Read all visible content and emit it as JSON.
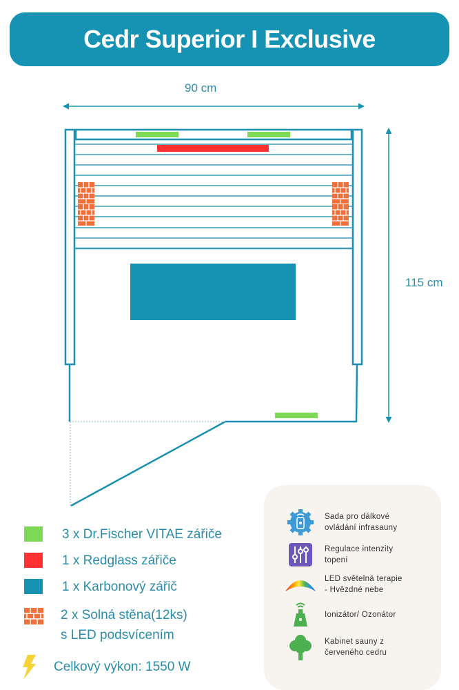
{
  "title": "Cedr Superior I Exclusive",
  "dimensions": {
    "width": "90 cm",
    "depth": "115 cm"
  },
  "legend": [
    {
      "label": "3 x Dr.Fischer VITAE zářiče",
      "color": "#7ed957"
    },
    {
      "label": "1 x Redglass zářiče",
      "color": "#ff3131"
    },
    {
      "label": "1 x Karbonový zářič",
      "color": "#1692b3"
    },
    {
      "label": "2 x Solná stěna(12ks)\ns LED podsvícením",
      "color": "#f0703c"
    },
    {
      "label": "Celkový výkon: 1550 W",
      "color": "#f7d33a"
    }
  ],
  "features": [
    {
      "icon": "remote-gear-icon",
      "label": "Sada pro dálkové\novládání infrasauny"
    },
    {
      "icon": "sliders-icon",
      "label": "Regulace intenzity\ntopení"
    },
    {
      "icon": "rainbow-icon",
      "label": "LED světelná terapie\n- Hvězdné nebe"
    },
    {
      "icon": "ionizer-icon",
      "label": "Ionizátor/ Ozonátor"
    },
    {
      "icon": "tree-icon",
      "label": "Kabinet sauny z\nčerveného cedru"
    }
  ]
}
